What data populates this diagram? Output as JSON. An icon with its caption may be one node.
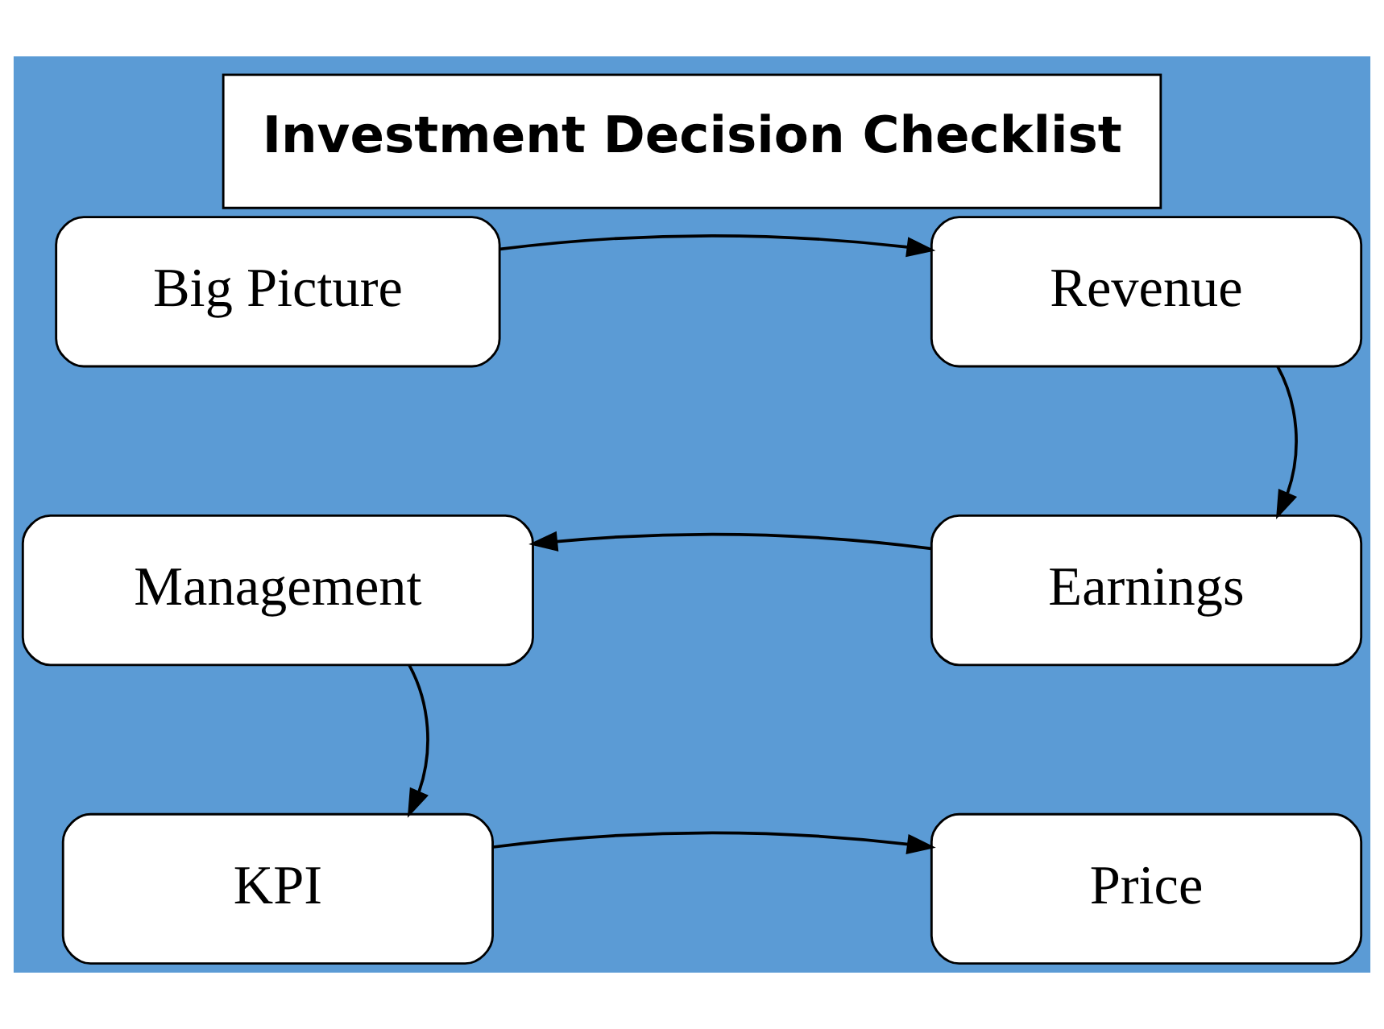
{
  "diagram": {
    "title": "Investment Decision Checklist",
    "nodes": [
      {
        "text": [
          "Big Picture"
        ]
      },
      {
        "text": [
          "Revenue"
        ]
      },
      {
        "text": [
          "Earnings"
        ]
      },
      {
        "text": [
          "Management"
        ]
      },
      {
        "text": [
          "KPI"
        ]
      },
      {
        "text": [
          "Price"
        ]
      }
    ],
    "edges": [
      {
        "from": 0,
        "to": 1,
        "arrow": "to"
      },
      {
        "from": 1,
        "to": 2,
        "arrow": "to"
      },
      {
        "from": 2,
        "to": 3,
        "arrow": "to"
      },
      {
        "from": 3,
        "to": 4,
        "arrow": "to"
      },
      {
        "from": 4,
        "to": 5,
        "arrow": "to"
      }
    ]
  }
}
